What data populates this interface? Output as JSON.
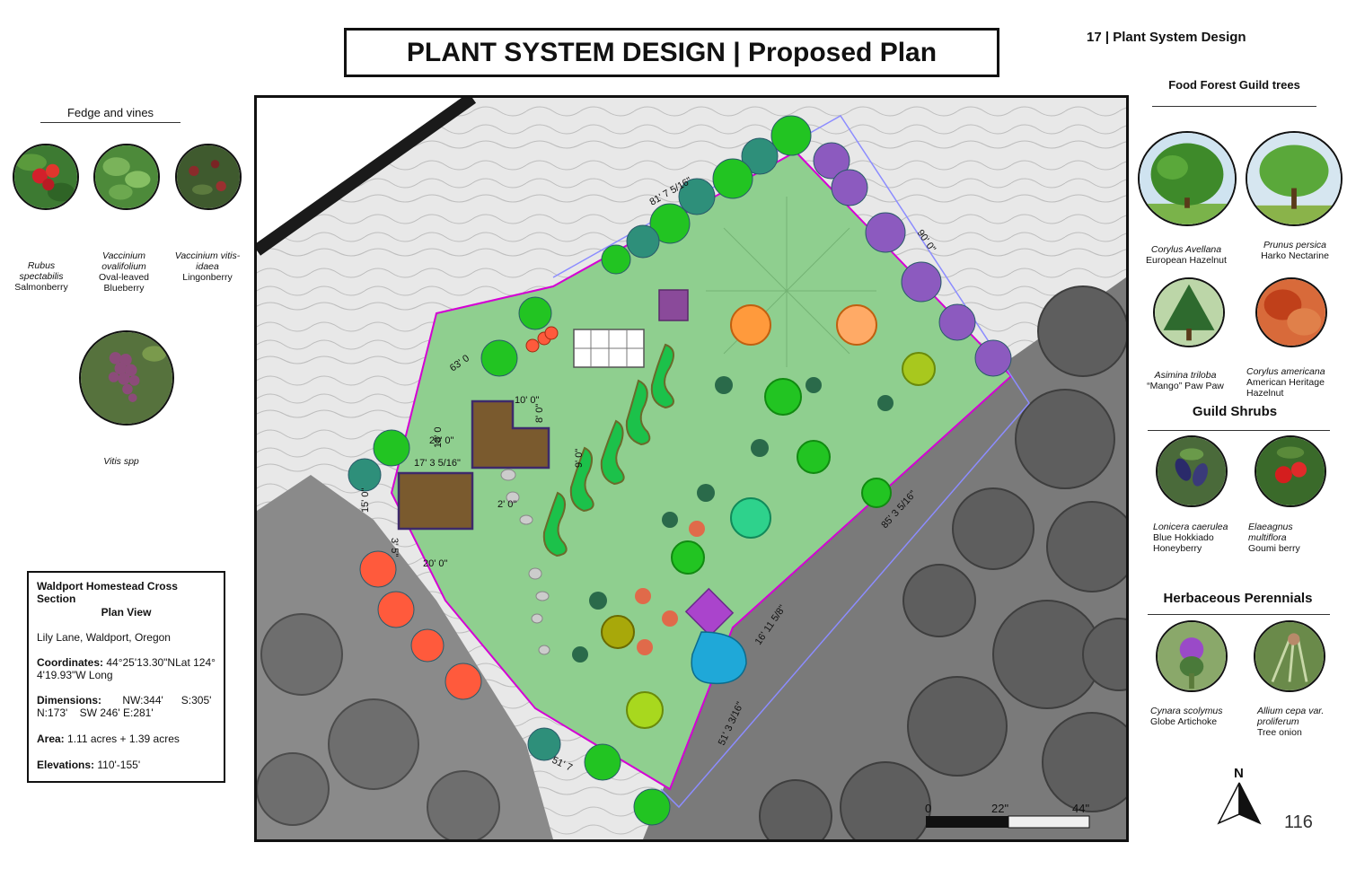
{
  "title": "PLANT SYSTEM DESIGN | Proposed Plan",
  "page_header": "17 | Plant System Design",
  "page_number": "116",
  "left_panel": {
    "heading": "Fedge and vines",
    "plants": [
      {
        "latin": "Rubus spectabilis",
        "common": "Salmonberry"
      },
      {
        "latin": "Vaccinium ovalifolium",
        "common": "Oval-leaved Blueberry"
      },
      {
        "latin": "Vaccinium vitis-idaea",
        "common": "Lingonberry"
      },
      {
        "latin": "Vitis spp",
        "common": ""
      }
    ]
  },
  "info_box": {
    "heading": "Waldport Homestead Cross Section",
    "subheading": "Plan View",
    "location": "Lily Lane, Waldport, Oregon",
    "coordinates_label": "Coordinates:",
    "coordinates_value": "44°25'13.30\"NLat 124° 4'19.93\"W Long",
    "dimensions_label": "Dimensions:",
    "dim_nw": "NW:344'",
    "dim_s": "S:305'",
    "dim_n": "N:173'",
    "dim_sw": "SW 246'",
    "dim_e": "E:281'",
    "area_label": "Area:",
    "area_value": "1.11 acres + 1.39 acres",
    "elevations_label": "Elevations:",
    "elevations_value": "110'-155'"
  },
  "right_panel": {
    "trees_heading": "Food Forest Guild trees",
    "trees": [
      {
        "latin": "Corylus Avellana",
        "common": "European Hazelnut"
      },
      {
        "latin": "Prunus persica",
        "common": "Harko Nectarine"
      },
      {
        "latin": "Asimina triloba",
        "common": "“Mango” Paw Paw"
      },
      {
        "latin": "Corylus americana",
        "common": "American Heritage Hazelnut"
      }
    ],
    "shrubs_heading": "Guild Shrubs",
    "shrubs": [
      {
        "latin": "Lonicera caerulea",
        "common": "Blue Hokkiado Honeyberry"
      },
      {
        "latin": "Elaeagnus multiflora",
        "common": "Goumi berry"
      }
    ],
    "perennials_heading": "Herbaceous Perennials",
    "perennials": [
      {
        "latin": "Cynara scolymus",
        "common": "Globe Artichoke"
      },
      {
        "latin": "Allium cepa var. proliferum",
        "common": "Tree onion"
      }
    ]
  },
  "map": {
    "dimensions": [
      "81' 7 5/16\"",
      "90' 0\"",
      "85' 3 5/16\"",
      "16' 11 5/8\"",
      "51' 3 3/16\"",
      "51' 7",
      "63' 0",
      "10' 0\"",
      "8' 0\"",
      "9' 0\"",
      "17' 3 5/16\"",
      "15' 0\"",
      "20' 0\"",
      "20' 0\"",
      "18' 0",
      "3' 5\"",
      "2' 0\""
    ],
    "scale": {
      "start": "0",
      "mid": "22\"",
      "end": "44\""
    },
    "north": "N"
  },
  "colors": {
    "garden_green": "#8fcf8f",
    "border": "#111111",
    "property_line": "#8c8cff",
    "boundary_magenta": "#d400d4",
    "pond_blue": "#1fa8d8",
    "building_brown": "#7a5a2e"
  }
}
